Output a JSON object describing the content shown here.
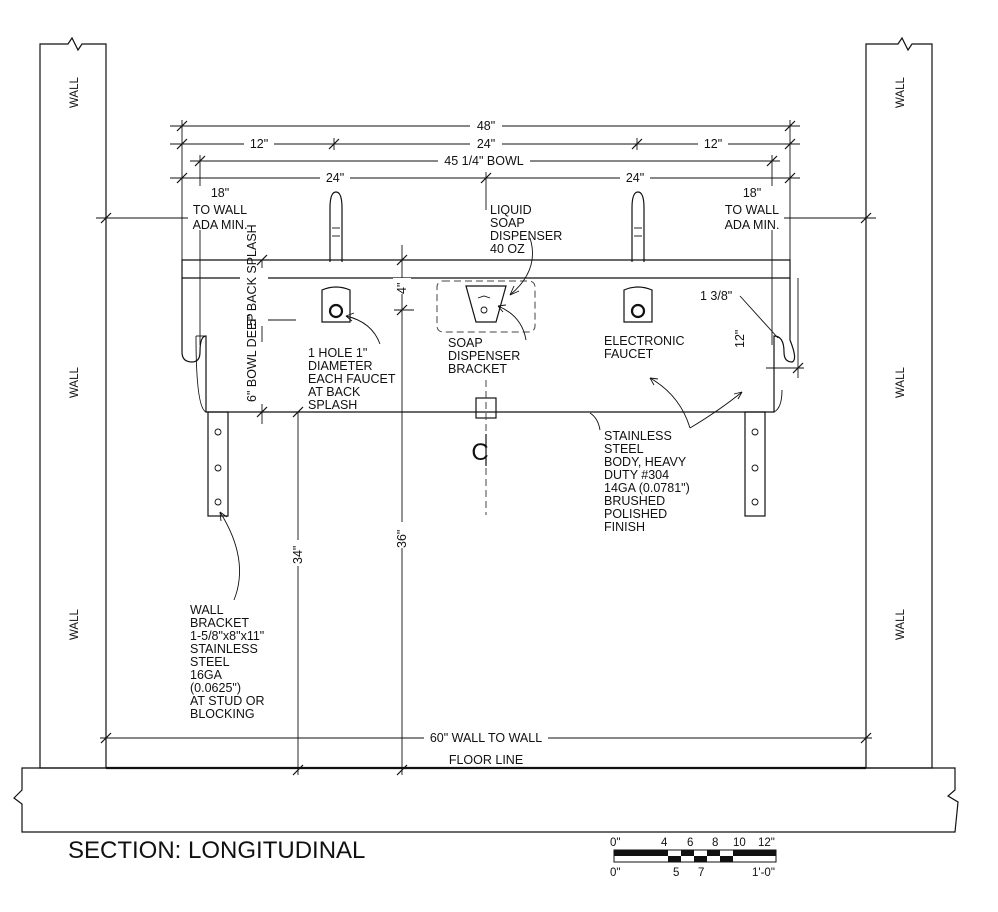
{
  "title": "SECTION: LONGITUDINAL",
  "walls": {
    "left_label": "WALL",
    "right_label": "WALL"
  },
  "dimensions": {
    "overall": "48\"",
    "left_end": "12\"",
    "center": "24\"",
    "right_end": "12\"",
    "bowl": "45 1/4\" BOWL",
    "faucet_left": "24\"",
    "faucet_right": "24\"",
    "wall_to_wall": "60\" WALL TO WALL",
    "height_rim": "34\"",
    "height_top": "36\"",
    "splash_offset": "4\"",
    "edge": "1 3/8\"",
    "right_drop": "12\"",
    "back_splash": "5\" BACK SPLASH",
    "bowl_deep": "6\" BOWL DEEP"
  },
  "ada": {
    "left": [
      "18\"",
      "TO WALL",
      "ADA MIN."
    ],
    "right": [
      "18\"",
      "TO WALL",
      "ADA MIN."
    ]
  },
  "notes": {
    "soap": [
      "LIQUID",
      "SOAP",
      "DISPENSER",
      "40 OZ"
    ],
    "hole": [
      "1 HOLE 1\"",
      "DIAMETER",
      "EACH FAUCET",
      "AT BACK",
      "SPLASH"
    ],
    "bracket_soap": [
      "SOAP",
      "DISPENSER",
      "BRACKET"
    ],
    "faucet": [
      "ELECTRONIC",
      "FAUCET"
    ],
    "body": [
      "STAINLESS",
      "STEEL",
      "BODY, HEAVY",
      "DUTY #304",
      "14GA (0.0781\")",
      "BRUSHED",
      "POLISHED",
      "FINISH"
    ],
    "wall_bracket": [
      "WALL",
      "BRACKET",
      "1-5/8\"x8\"x11\"",
      "STAINLESS",
      "STEEL",
      "16GA",
      "(0.0625\")",
      "AT STUD OR",
      "BLOCKING"
    ]
  },
  "floor_line": "FLOOR LINE",
  "scale_bar": {
    "top": [
      "0\"",
      "4",
      "6",
      "8",
      "10",
      "12\""
    ],
    "bottom": [
      "0\"",
      "5",
      "7",
      "1'-0\""
    ]
  }
}
